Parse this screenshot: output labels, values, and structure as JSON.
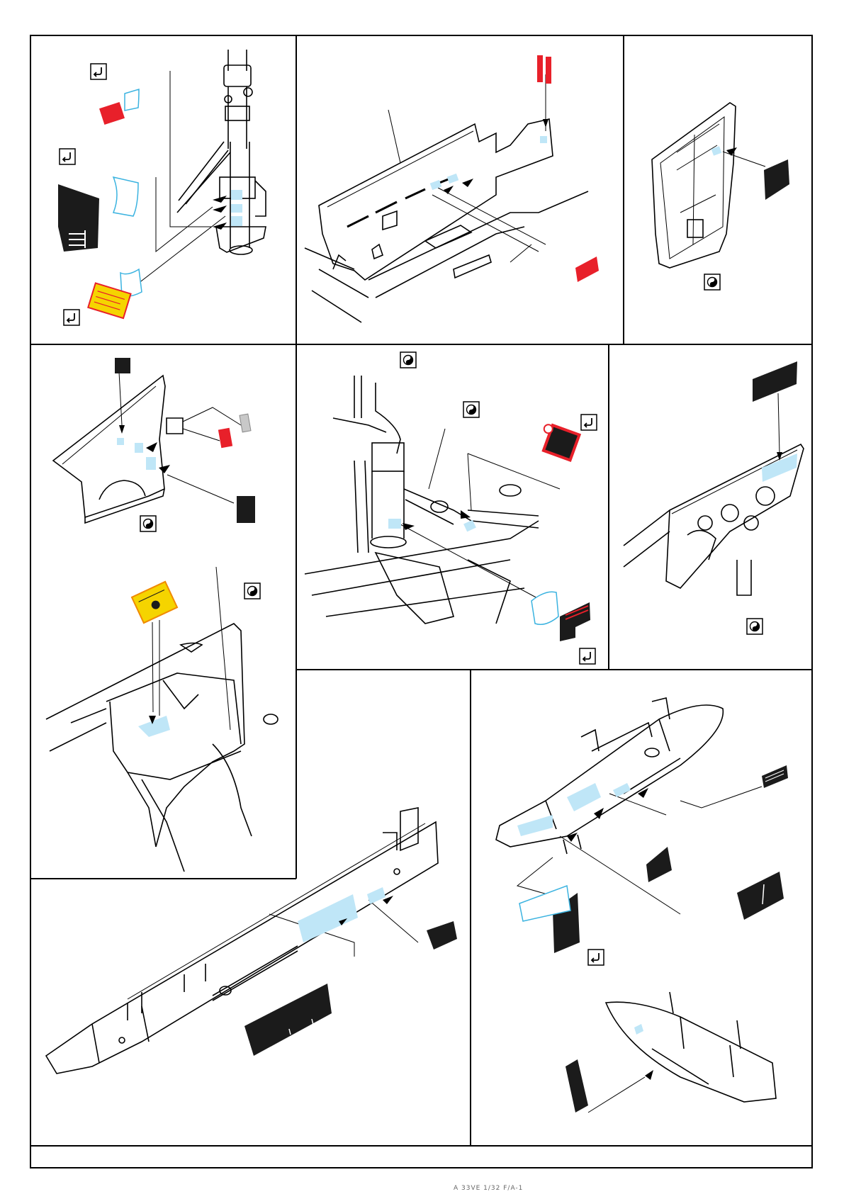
{
  "sheet": {
    "footer_text": "A 33VE 1/32 F/A-1",
    "colors": {
      "frame": "#000000",
      "decal_blue": "#bfe6f7",
      "decal_outline": "#3bb3e0",
      "decal_red": "#e8202a",
      "decal_black": "#1b1b1b",
      "warning_yellow": "#f5d400",
      "warning_orange": "#f08a00"
    },
    "icons": [
      "bend-symbol",
      "paint-symbol"
    ]
  },
  "panels": [
    {
      "id": "panel-1",
      "desc": "nose gear strut with blue placards"
    },
    {
      "id": "panel-2",
      "desc": "wheel well wall with two placards"
    },
    {
      "id": "panel-3",
      "desc": "gear door inner face"
    },
    {
      "id": "panel-4",
      "desc": "curved bay wall and hatch"
    },
    {
      "id": "panel-5",
      "desc": "main gear leg"
    },
    {
      "id": "panel-6",
      "desc": "bay side wall"
    },
    {
      "id": "panel-7",
      "desc": "underside bay"
    },
    {
      "id": "panel-8",
      "desc": "pylon long"
    },
    {
      "id": "panel-9",
      "desc": "drop tank / pod"
    }
  ]
}
